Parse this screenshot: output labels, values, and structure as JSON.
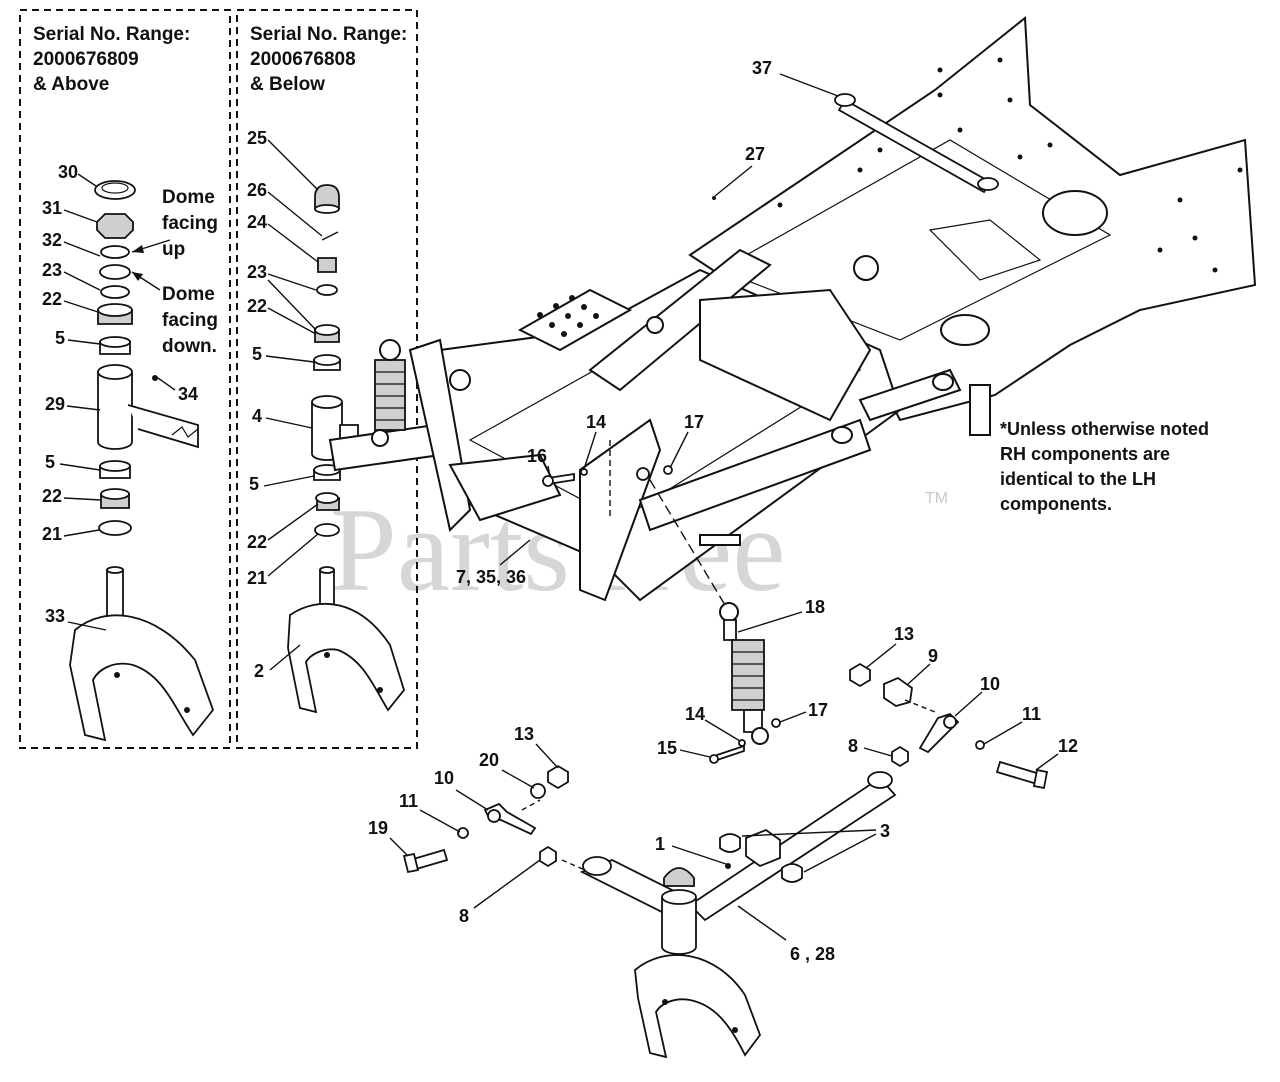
{
  "boxes": {
    "above": {
      "line1": "Serial No. Range:",
      "line2": "2000676809",
      "line3": "& Above"
    },
    "below": {
      "line1": "Serial No. Range:",
      "line2": "2000676808",
      "line3": "& Below"
    }
  },
  "dome_notes": {
    "up_line1": "Dome",
    "up_line2": "facing",
    "up_line3": "up",
    "down_line1": "Dome",
    "down_line2": "facing",
    "down_line3": "down."
  },
  "rh_note": {
    "line1": "*Unless otherwise noted",
    "line2": "RH components are",
    "line3": "identical to the LH",
    "line4": "components."
  },
  "watermark": {
    "text": "PartsTree",
    "tm": "TM"
  },
  "callouts": {
    "c30": "30",
    "c31": "31",
    "c32": "32",
    "c23a": "23",
    "c22a": "22",
    "c5a": "5",
    "c29": "29",
    "c34": "34",
    "c5b": "5",
    "c22b": "22",
    "c21a": "21",
    "c33": "33",
    "c25": "25",
    "c26": "26",
    "c24": "24",
    "c23b": "23",
    "c22c": "22",
    "c5c": "5",
    "c4": "4",
    "c5d": "5",
    "c22d": "22",
    "c21b": "21",
    "c2": "2",
    "c37": "37",
    "c27": "27",
    "c16": "16",
    "c14a": "14",
    "c17a": "17",
    "c7": "7, 35, 36",
    "c18": "18",
    "c13a": "13",
    "c9": "9",
    "c10a": "10",
    "c11a": "11",
    "c12": "12",
    "c8a": "8",
    "c14b": "14",
    "c17b": "17",
    "c15": "15",
    "c13b": "13",
    "c20": "20",
    "c10b": "10",
    "c11b": "11",
    "c19": "19",
    "c1": "1",
    "c3": "3",
    "c8b": "8",
    "c6": "6 , 28"
  }
}
